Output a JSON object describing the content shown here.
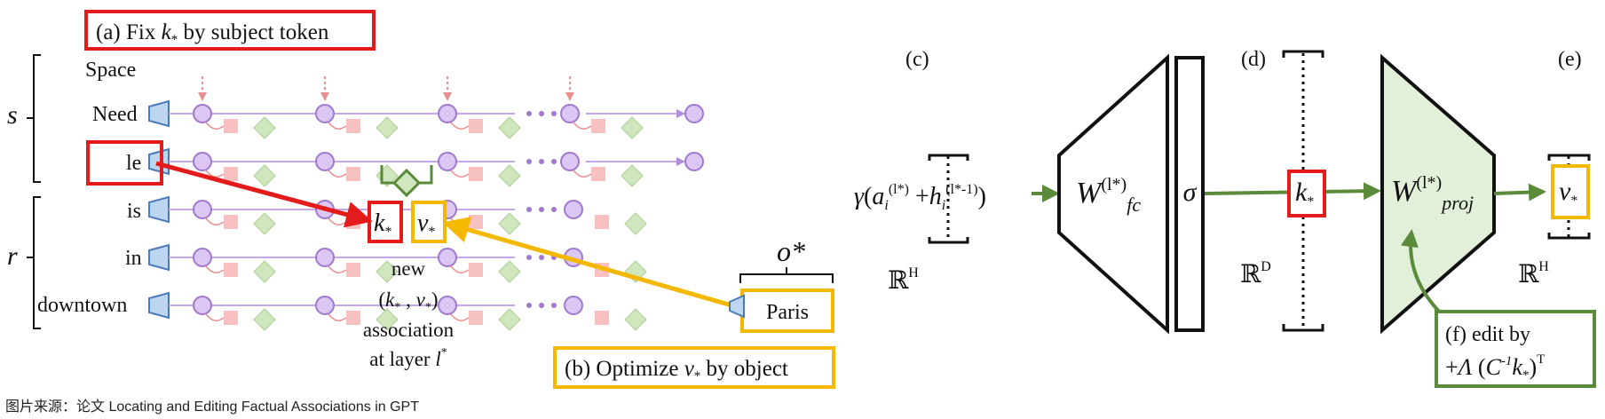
{
  "panel_a": {
    "title_prefix": "(a) Fix ",
    "title_sym": "k",
    "title_sub": "*",
    "title_suffix": " by subject token"
  },
  "panel_b": {
    "title_prefix": "(b) Optimize ",
    "title_sym": "v",
    "title_sub": "*",
    "title_suffix": " by object"
  },
  "brackets": {
    "subject": "s",
    "relation": "r",
    "object": "o*"
  },
  "tokens": [
    "Space",
    "Need",
    "le",
    "is",
    "in",
    "downtown"
  ],
  "object_box": "Paris",
  "k_star": {
    "sym": "k",
    "sub": "*"
  },
  "v_star": {
    "sym": "v",
    "sub": "*"
  },
  "association": {
    "line1": "new",
    "line2_open": "(",
    "line2_k": "k",
    "line2_sub1": "*",
    "line2_mid": " , ",
    "line2_v": "v",
    "line2_sub2": "*",
    "line2_close": ")",
    "line3": "association",
    "line4": "at layer ",
    "line4_l": "l",
    "line4_sup": "*"
  },
  "panel_labels": {
    "c": "(c)",
    "d": "(d)",
    "e": "(e)"
  },
  "gamma_expr": {
    "gamma": "γ",
    "open": "(",
    "a": "a",
    "a_sub": "i",
    "a_sup": "(l*)",
    "plus": " +",
    "h": "h",
    "h_sub": "i",
    "h_sup": "(l*-1)",
    "close": ")"
  },
  "w_fc": {
    "w": "W",
    "sup": "(l*)",
    "sub": "fc"
  },
  "sigma": "σ",
  "w_proj": {
    "w": "W",
    "sup": "(l*)",
    "sub": "proj"
  },
  "dims": {
    "h_left": {
      "r": "ℝ",
      "sup": "H"
    },
    "d_mid": {
      "r": "ℝ",
      "sup": "D"
    },
    "h_right": {
      "r": "ℝ",
      "sup": "H"
    }
  },
  "edit_box": {
    "line1": "(f) edit by",
    "line2_plus": "+",
    "line2_lambda": "Λ",
    "line2_open": " (",
    "line2_c": "C",
    "line2_cinv": "-1",
    "line2_k": "k",
    "line2_ksub": "*",
    "line2_close": ")",
    "line2_T": "T"
  },
  "caption": "图片来源：论文 Locating and Editing Factual Associations in GPT",
  "colors": {
    "red": "#e41b1b",
    "yellow": "#f5b800",
    "green": "#5a8a3a",
    "green_fill": "#e2efd9",
    "purple_fill": "#dcc6f3",
    "purple_stroke": "#a079cf",
    "pink": "#f7c1c1",
    "blue_fill": "#bcd6f0",
    "blue_stroke": "#4a7ab5"
  }
}
